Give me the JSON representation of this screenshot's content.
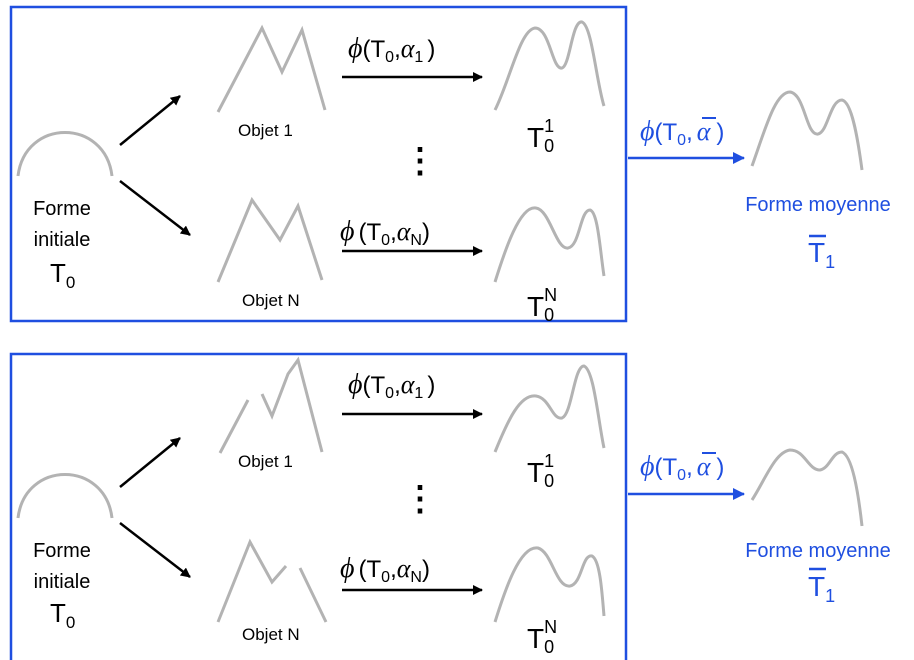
{
  "colors": {
    "frame": "#1f4fe0",
    "accent": "#1f4fe0",
    "shape": "#b3b3b3",
    "ink": "#000000"
  },
  "panels": [
    {
      "initial_label_line1": "Forme",
      "initial_label_line2": "initiale",
      "initial_symbol": "T",
      "initial_sub": "0",
      "object1_label": "Objet 1",
      "objectN_label": "Objet N",
      "phi": "ϕ",
      "T": "T",
      "zero": "0",
      "comma": ",",
      "open": "(",
      "close": ")",
      "alpha": "α",
      "alpha1_sub": "1",
      "alphaN_sub": "N",
      "T01_sup": "1",
      "T0N_sup": "N",
      "ellipsis": "⋮",
      "mean_label": "Forme moyenne",
      "mean_symbol": "T",
      "mean_sub": "1"
    },
    {
      "initial_label_line1": "Forme",
      "initial_label_line2": "initiale",
      "initial_symbol": "T",
      "initial_sub": "0",
      "object1_label": "Objet 1",
      "objectN_label": "Objet N",
      "phi": "ϕ",
      "T": "T",
      "zero": "0",
      "comma": ",",
      "open": "(",
      "close": ")",
      "alpha": "α",
      "alpha1_sub": "1",
      "alphaN_sub": "N",
      "T01_sup": "1",
      "T0N_sup": "N",
      "ellipsis": "⋮",
      "mean_label": "Forme moyenne",
      "mean_symbol": "T",
      "mean_sub": "1"
    }
  ]
}
